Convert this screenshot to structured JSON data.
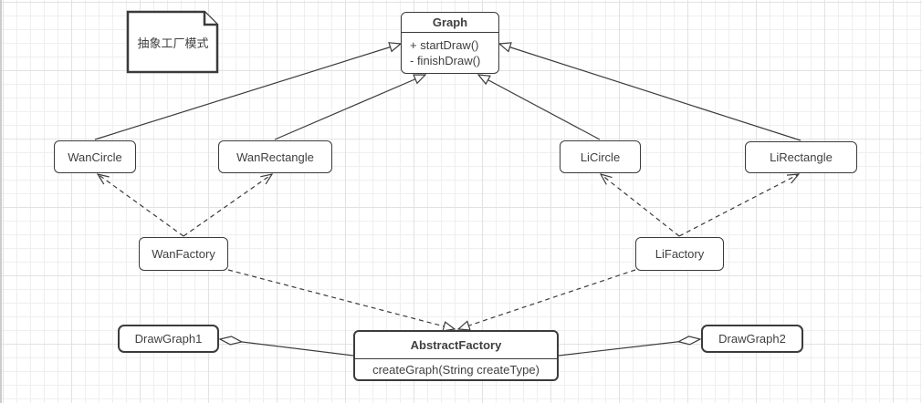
{
  "diagram": {
    "note": {
      "text": "抽象工厂模式"
    },
    "nodes": {
      "graph": {
        "title": "Graph",
        "members": [
          "+ startDraw()",
          "- finishDraw()"
        ]
      },
      "wan_circle": {
        "label": "WanCircle"
      },
      "wan_rectangle": {
        "label": "WanRectangle"
      },
      "li_circle": {
        "label": "LiCircle"
      },
      "li_rectangle": {
        "label": "LiRectangle"
      },
      "wan_factory": {
        "label": "WanFactory"
      },
      "li_factory": {
        "label": "LiFactory"
      },
      "draw_graph1": {
        "label": "DrawGraph1"
      },
      "draw_graph2": {
        "label": "DrawGraph2"
      },
      "abstract_factory": {
        "title": "AbstractFactory",
        "method": "createGraph(String createType)"
      }
    },
    "relationships": [
      {
        "from": "WanCircle",
        "to": "Graph",
        "type": "generalization",
        "line": "solid",
        "head": "hollow-triangle"
      },
      {
        "from": "WanRectangle",
        "to": "Graph",
        "type": "generalization",
        "line": "solid",
        "head": "hollow-triangle"
      },
      {
        "from": "LiCircle",
        "to": "Graph",
        "type": "generalization",
        "line": "solid",
        "head": "hollow-triangle"
      },
      {
        "from": "LiRectangle",
        "to": "Graph",
        "type": "generalization",
        "line": "solid",
        "head": "hollow-triangle"
      },
      {
        "from": "WanFactory",
        "to": "WanCircle",
        "type": "dependency",
        "line": "dashed",
        "head": "open-arrow"
      },
      {
        "from": "WanFactory",
        "to": "WanRectangle",
        "type": "dependency",
        "line": "dashed",
        "head": "open-arrow"
      },
      {
        "from": "LiFactory",
        "to": "LiCircle",
        "type": "dependency",
        "line": "dashed",
        "head": "open-arrow"
      },
      {
        "from": "LiFactory",
        "to": "LiRectangle",
        "type": "dependency",
        "line": "dashed",
        "head": "open-arrow"
      },
      {
        "from": "WanFactory",
        "to": "AbstractFactory",
        "type": "realization",
        "line": "dashed",
        "head": "hollow-triangle"
      },
      {
        "from": "LiFactory",
        "to": "AbstractFactory",
        "type": "realization",
        "line": "dashed",
        "head": "hollow-triangle"
      },
      {
        "from": "DrawGraph1",
        "to": "AbstractFactory",
        "type": "aggregation",
        "line": "solid",
        "head": "hollow-diamond"
      },
      {
        "from": "DrawGraph2",
        "to": "AbstractFactory",
        "type": "aggregation",
        "line": "solid",
        "head": "hollow-diamond"
      }
    ],
    "colors": {
      "stroke": "#3b3b3b",
      "node_fill": "#ffffff",
      "text": "#3f3f3f",
      "grid_minor": "#efefef",
      "grid_major": "#e2e2e2"
    }
  }
}
